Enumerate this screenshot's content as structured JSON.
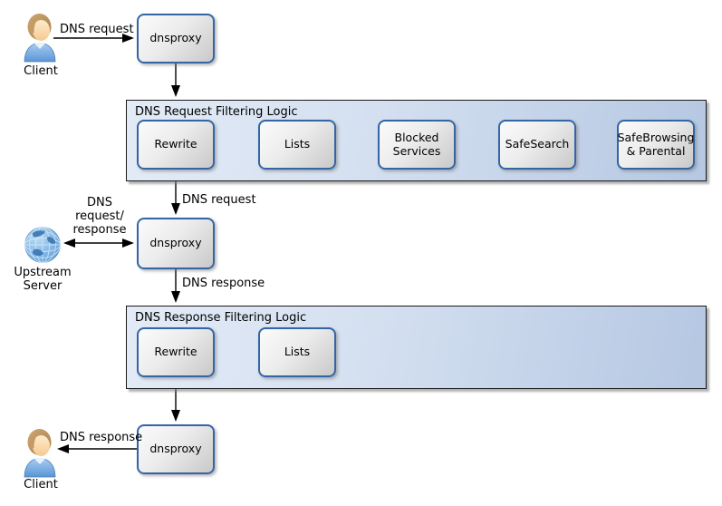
{
  "diagram": {
    "nodes": {
      "dnsproxy_top": "dnsproxy",
      "dnsproxy_mid": "dnsproxy",
      "dnsproxy_bottom": "dnsproxy",
      "request_container_title": "DNS Request Filtering Logic",
      "request_steps": [
        "Rewrite",
        "Lists",
        "Blocked Services",
        "SafeSearch",
        "SafeBrowsing & Parental"
      ],
      "response_container_title": "DNS Response Filtering Logic",
      "response_steps": [
        "Rewrite",
        "Lists"
      ]
    },
    "actors": {
      "client_top": "Client",
      "upstream_server": "Upstream Server",
      "client_bottom": "Client"
    },
    "edge_labels": {
      "client_to_proxy": "DNS request",
      "proxy_to_request_filter": "DNS request",
      "upstream_link": "DNS request/ response",
      "proxy_to_response_filter": "DNS response",
      "proxy_to_client": "DNS response"
    },
    "icons": {
      "client_top": "person-icon",
      "upstream": "globe-icon",
      "client_bottom": "person-icon"
    },
    "colors": {
      "node_border": "#3465a4",
      "node_fill_light": "#fbfbfb",
      "node_fill_dark": "#c9c9c9",
      "group_border": "#1a1a1a",
      "group_fill_left": "#e3ebf6",
      "group_fill_right": "#b5c7e2",
      "arrow": "#000000",
      "text": "#000000"
    }
  }
}
